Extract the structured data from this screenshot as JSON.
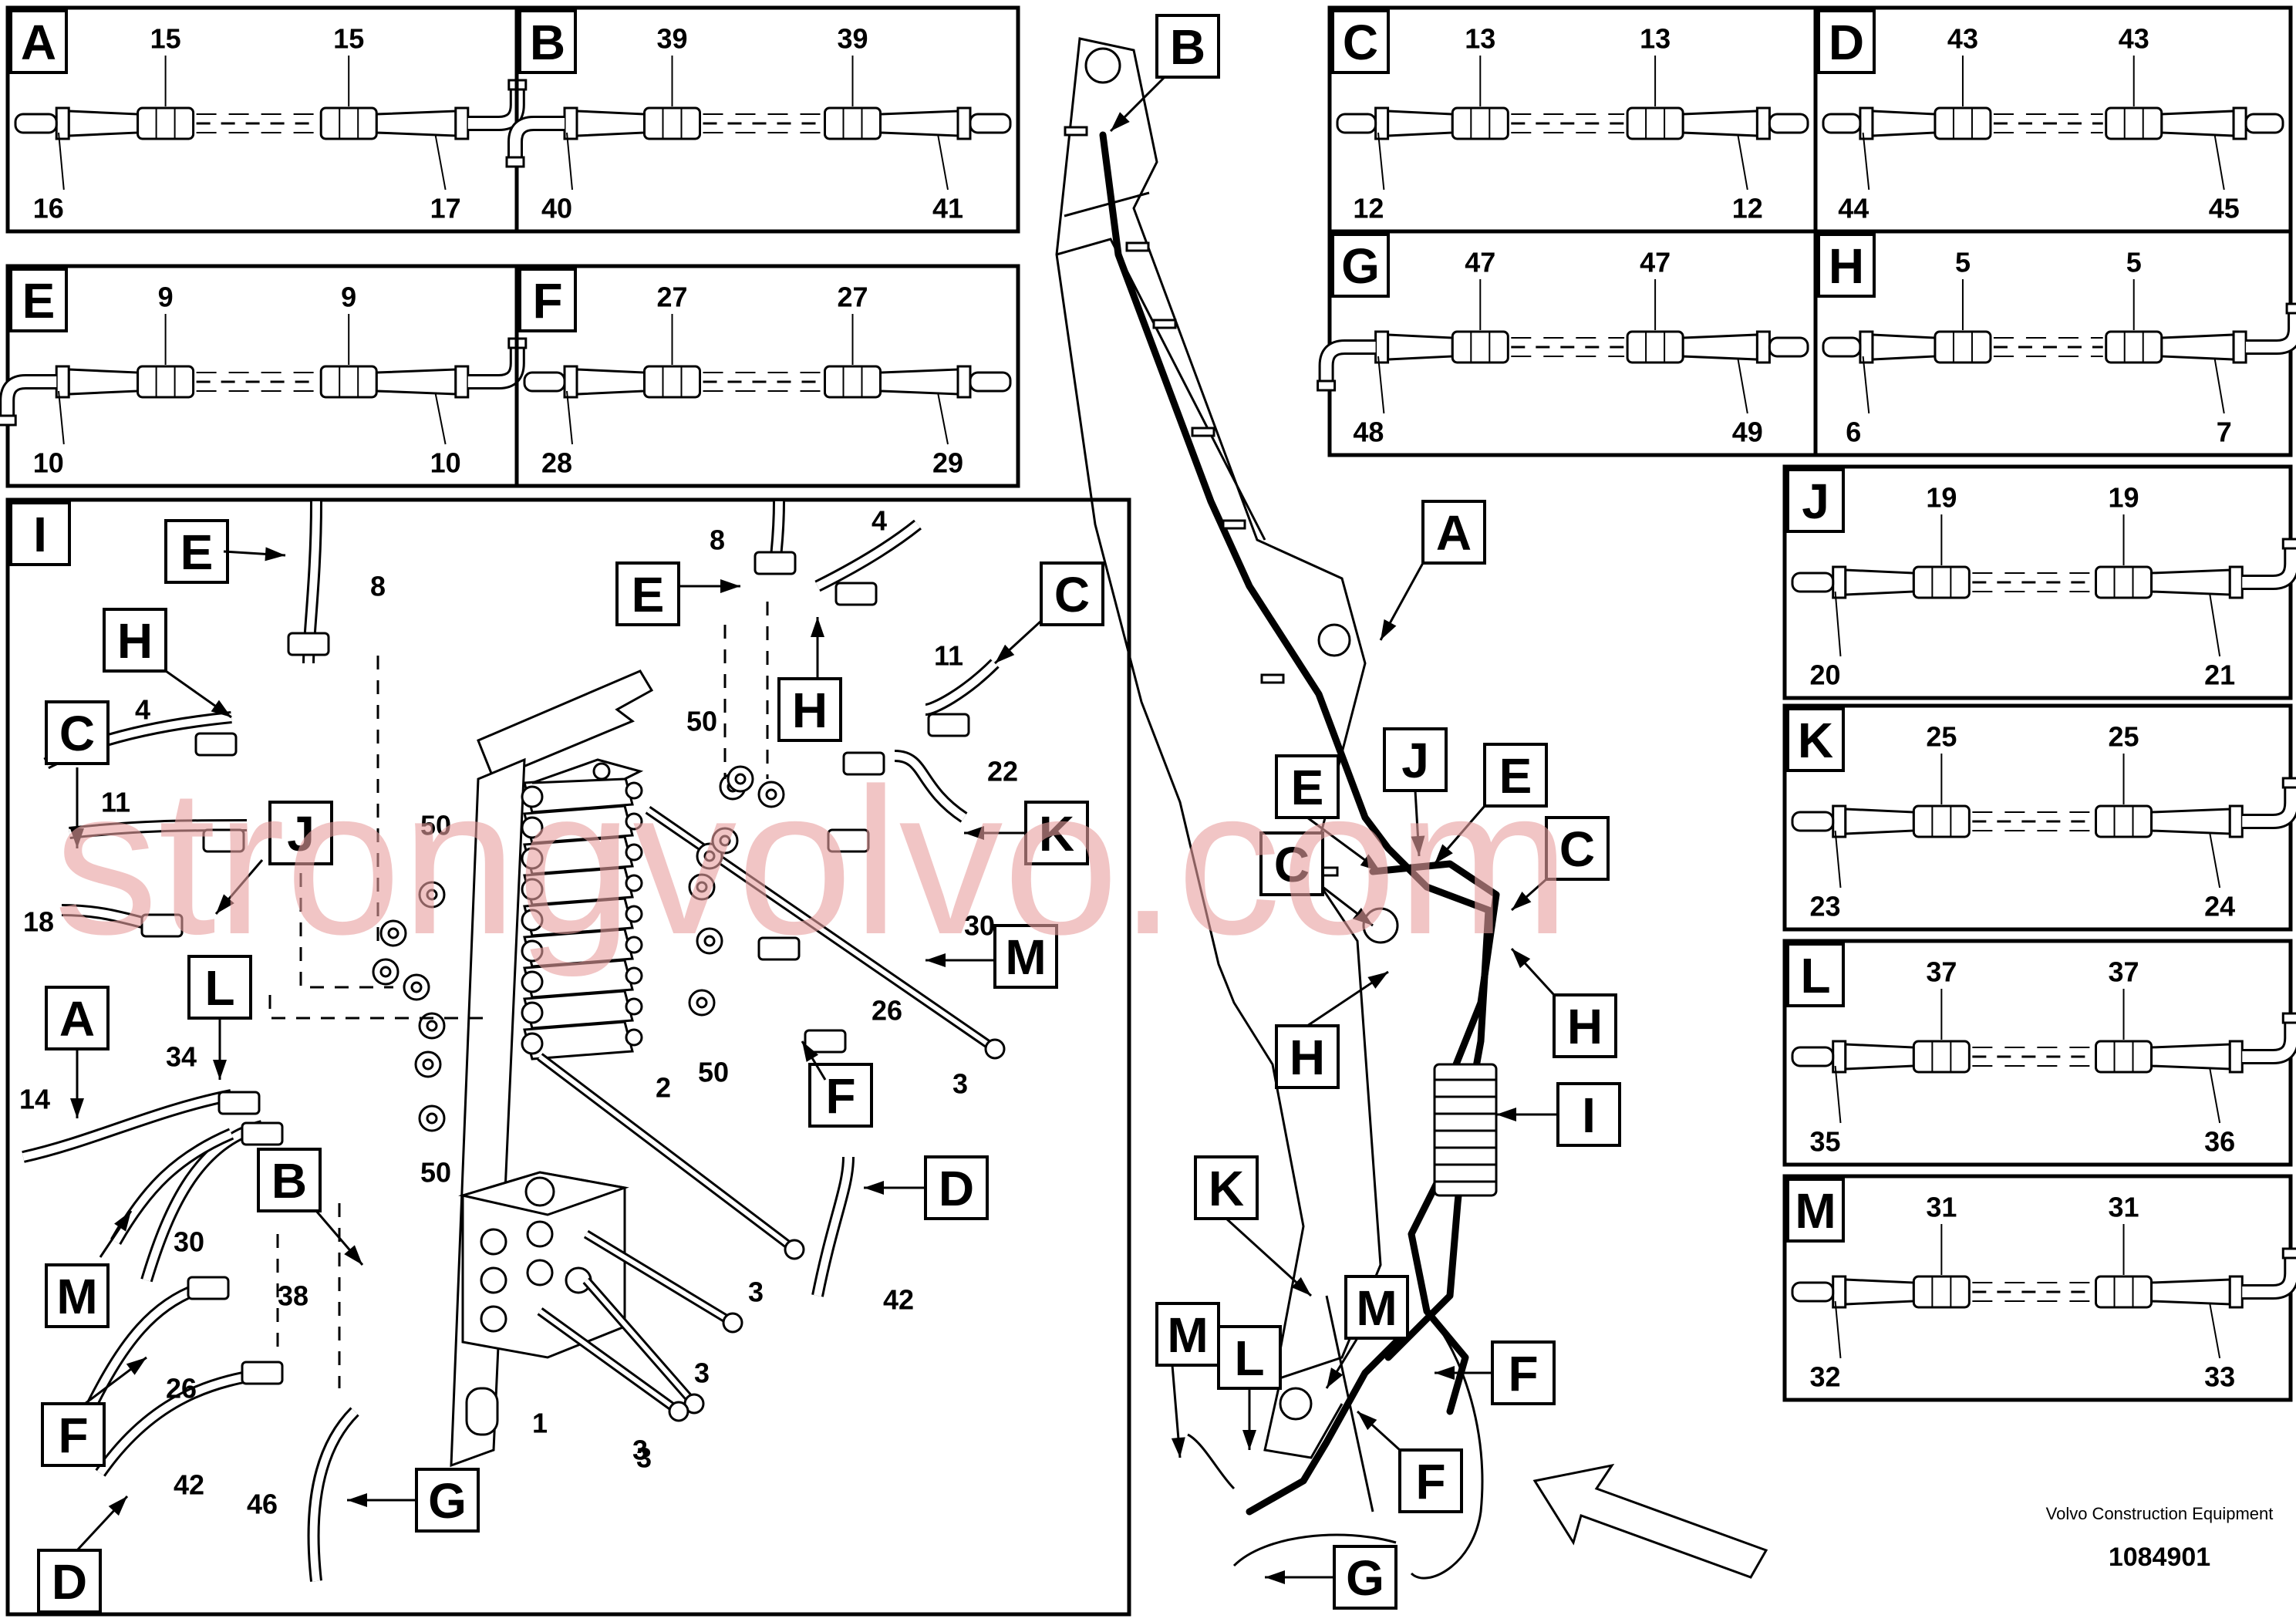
{
  "panels": [
    {
      "id": "A",
      "top": [
        "15",
        "15"
      ],
      "bottom_left": "16",
      "bottom_right": "17"
    },
    {
      "id": "B",
      "top": [
        "39",
        "39"
      ],
      "bottom_left": "40",
      "bottom_right": "41"
    },
    {
      "id": "C",
      "top": [
        "13",
        "13"
      ],
      "bottom_left": "12",
      "bottom_right": "12"
    },
    {
      "id": "D",
      "top": [
        "43",
        "43"
      ],
      "bottom_left": "44",
      "bottom_right": "45"
    },
    {
      "id": "E",
      "top": [
        "9",
        "9"
      ],
      "bottom_left": "10",
      "bottom_right": "10"
    },
    {
      "id": "F",
      "top": [
        "27",
        "27"
      ],
      "bottom_left": "28",
      "bottom_right": "29"
    },
    {
      "id": "G",
      "top": [
        "47",
        "47"
      ],
      "bottom_left": "48",
      "bottom_right": "49"
    },
    {
      "id": "H",
      "top": [
        "5",
        "5"
      ],
      "bottom_left": "6",
      "bottom_right": "7"
    },
    {
      "id": "J",
      "top": [
        "19",
        "19"
      ],
      "bottom_left": "20",
      "bottom_right": "21"
    },
    {
      "id": "K",
      "top": [
        "25",
        "25"
      ],
      "bottom_left": "23",
      "bottom_right": "24"
    },
    {
      "id": "L",
      "top": [
        "37",
        "37"
      ],
      "bottom_left": "35",
      "bottom_right": "36"
    },
    {
      "id": "M",
      "top": [
        "31",
        "31"
      ],
      "bottom_left": "32",
      "bottom_right": "33"
    }
  ],
  "detail_i": {
    "id": "I",
    "tags": [
      "E",
      "H",
      "C",
      "J",
      "A",
      "L",
      "M",
      "F",
      "D",
      "B",
      "G",
      "E",
      "H",
      "C",
      "K",
      "M",
      "F",
      "D"
    ],
    "numbers": [
      "8",
      "4",
      "11",
      "18",
      "14",
      "34",
      "30",
      "26",
      "42",
      "38",
      "46",
      "50",
      "50",
      "50",
      "50",
      "8",
      "4",
      "11",
      "22",
      "30",
      "26",
      "3",
      "2",
      "3",
      "42",
      "3",
      "3",
      "1",
      "3"
    ]
  },
  "overview": {
    "tags": [
      "B",
      "A",
      "E",
      "J",
      "E",
      "C",
      "C",
      "H",
      "H",
      "I",
      "K",
      "M",
      "M",
      "L",
      "F",
      "F",
      "G"
    ]
  },
  "watermark": "strongvolvo.com",
  "footer": {
    "brand": "Volvo Construction Equipment",
    "doc_number": "1084901"
  }
}
